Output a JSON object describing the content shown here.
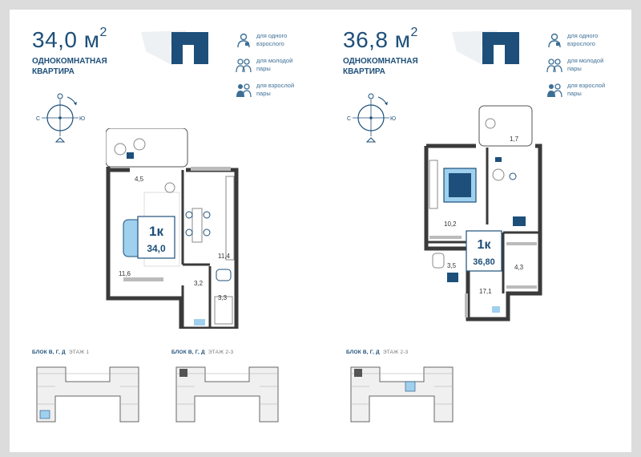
{
  "apartments": [
    {
      "area_number": "34,0",
      "area_unit": "м",
      "area_sup": "2",
      "type_line1": "ОДНОКОМНАТНАЯ",
      "type_line2": "КВАРТИРА",
      "audience": [
        {
          "icon": "single-adult-icon",
          "line1": "для одного",
          "line2": "взрослого"
        },
        {
          "icon": "young-couple-icon",
          "line1": "для молодой",
          "line2": "пары"
        },
        {
          "icon": "adult-couple-icon",
          "line1": "для взрослой",
          "line2": "пары"
        }
      ],
      "compass": {
        "west": "С",
        "east": "Ю"
      },
      "badge_rooms": "1к",
      "badge_area": "34,0",
      "rooms": {
        "balcony": "4,5",
        "living": "11,6",
        "kitchen": "11,4",
        "hall": "3,2",
        "bath": "3,3"
      },
      "blocks": [
        {
          "title": "БЛОК В, Г, Д",
          "floor": "ЭТАЖ 1"
        },
        {
          "title": "БЛОК В, Г, Д",
          "floor": "ЭТАЖ 2-3"
        }
      ]
    },
    {
      "area_number": "36,8",
      "area_unit": "м",
      "area_sup": "2",
      "type_line1": "ОДНОКОМНАТНАЯ",
      "type_line2": "КВАРТИРА",
      "audience": [
        {
          "icon": "single-adult-icon",
          "line1": "для одного",
          "line2": "взрослого"
        },
        {
          "icon": "young-couple-icon",
          "line1": "для молодой",
          "line2": "пары"
        },
        {
          "icon": "adult-couple-icon",
          "line1": "для взрослой",
          "line2": "пары"
        }
      ],
      "compass": {
        "west": "С",
        "east": "Ю"
      },
      "badge_rooms": "1к",
      "badge_area": "36,80",
      "rooms": {
        "balcony": "1,7",
        "bedroom": "10,2",
        "bath": "3,5",
        "kitchen": "4,3",
        "hall": "17,1"
      },
      "blocks": [
        {
          "title": "БЛОК В, Г, Д",
          "floor": "ЭТАЖ 2-3"
        }
      ]
    }
  ],
  "colors": {
    "brand": "#1d4f7a",
    "accent_light": "#9fd0ee",
    "wall": "#3a3a3a"
  }
}
